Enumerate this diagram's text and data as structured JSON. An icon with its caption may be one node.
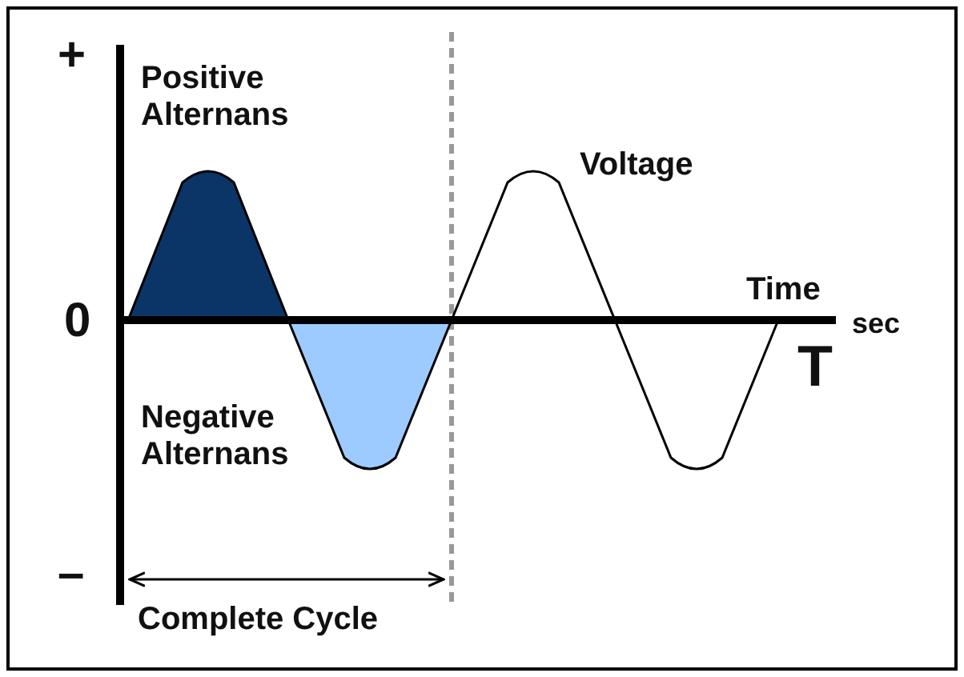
{
  "diagram": {
    "labels": [
      "+",
      "Positive Alternans",
      "Voltage",
      "Time",
      "0",
      "sec",
      "T",
      "Negative Alternans",
      "–",
      "Complete Cycle"
    ]
  }
}
